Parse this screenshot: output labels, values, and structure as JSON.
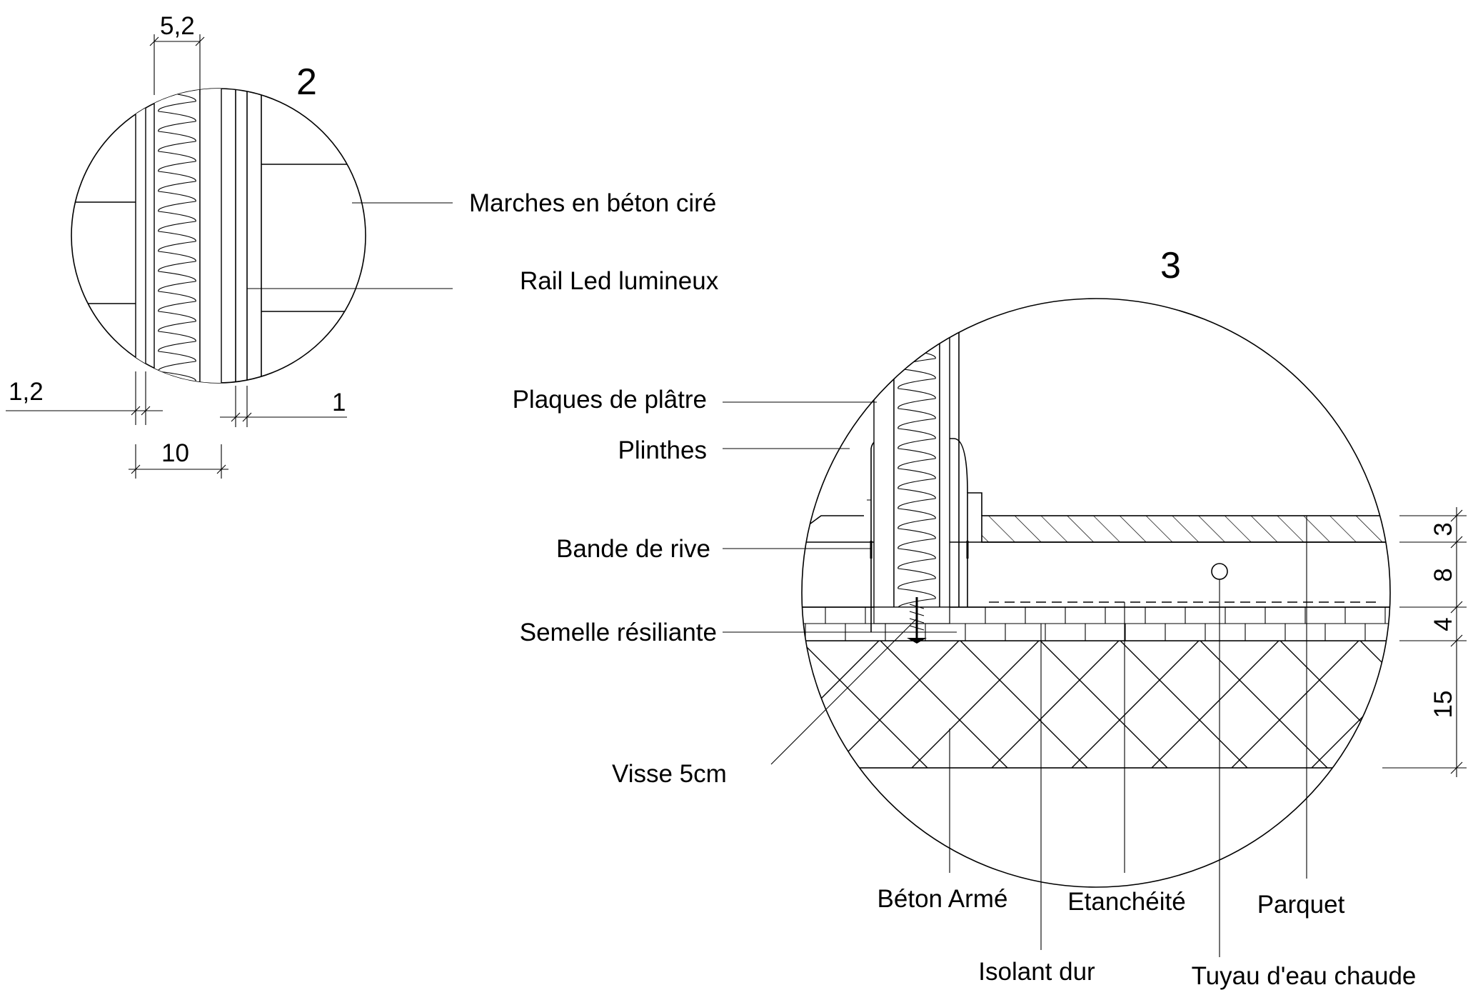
{
  "detail_2": {
    "number": "2",
    "labels": {
      "marches": "Marches en béton ciré",
      "rail": "Rail Led lumineux"
    },
    "dimensions": {
      "insulation": "5,2",
      "left_layer": "1,2",
      "right_layer": "1",
      "total": "10"
    }
  },
  "detail_3": {
    "number": "3",
    "labels": {
      "plaques": "Plaques de plâtre",
      "plinthes": "Plinthes",
      "bande": "Bande de rive",
      "semelle": "Semelle résiliante",
      "visse": "Visse 5cm",
      "beton": "Béton Armé",
      "isolant": "Isolant dur",
      "etancheite": "Etanchéité",
      "tuyau": "Tuyau d'eau chaude",
      "parquet": "Parquet"
    },
    "dimensions": {
      "parquet": "3",
      "screed": "8",
      "insulation": "4",
      "slab": "15"
    }
  }
}
